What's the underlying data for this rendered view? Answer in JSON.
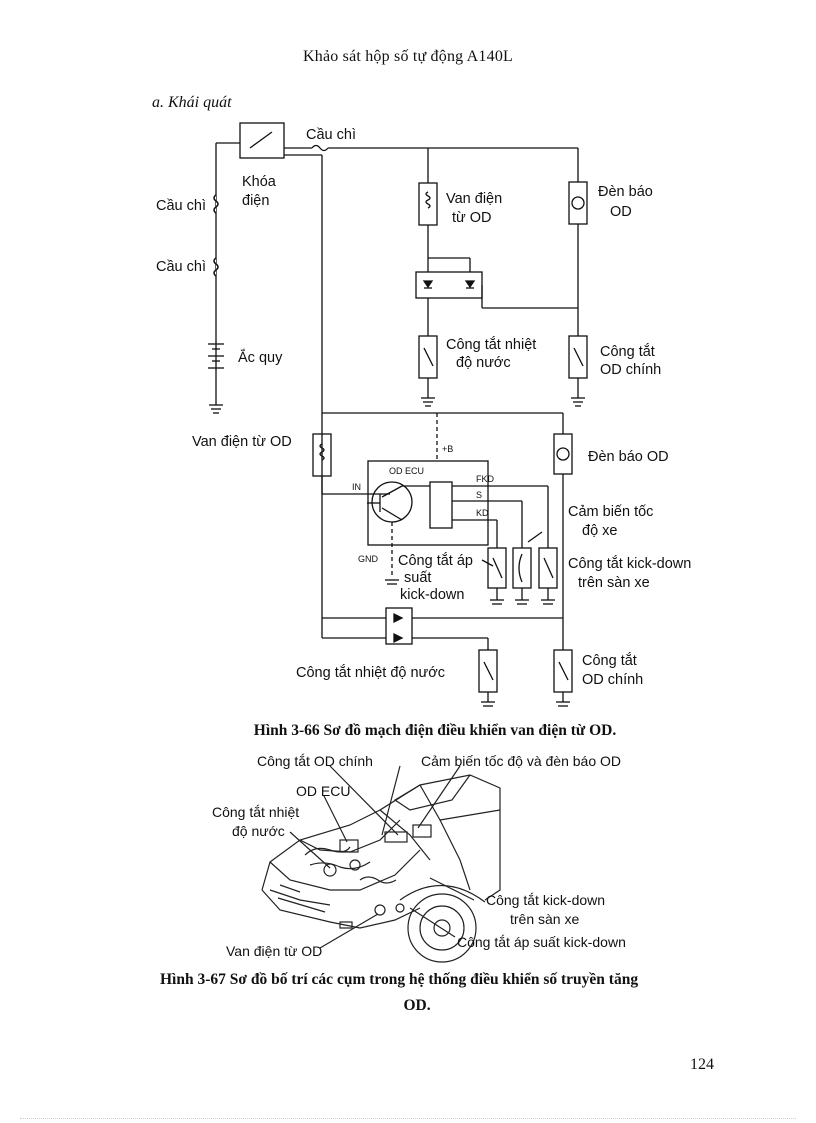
{
  "header": "Khảo sát hộp số tự động A140L",
  "section": "a.  Khái quát",
  "diagram1": {
    "cau_chi_top": "Cầu chì",
    "khoa_dien_1": "Khóa",
    "khoa_dien_2": "điện",
    "cau_chi_left1": "Cầu chì",
    "cau_chi_left2": "Cầu chì",
    "ac_quy": "Ắc quy",
    "van_dien_od_1": "Van điện",
    "van_dien_od_2": "từ OD",
    "den_bao_1": "Đèn báo",
    "den_bao_2": "OD",
    "cong_tac_nhiet_1": "Công tắt nhiệt",
    "cong_tac_nhiet_2": "độ nước",
    "cong_tac_od_1": "Công tắt",
    "cong_tac_od_2": "OD chính",
    "van_dien_tu_od": "Van điện từ OD",
    "den_bao_od": "Đèn báo OD",
    "plus_b": "+B",
    "od_ecu": "OD ECU",
    "fkd": "FKD",
    "s": "S",
    "kd": "KD",
    "in": "IN",
    "gnd": "GND",
    "cam_bien_1": "Cảm biến tốc",
    "cam_bien_2": "độ xe",
    "ct_ap_suat_1": "Công tắt áp",
    "ct_ap_suat_2": "suất",
    "ct_ap_suat_3": "kick-down",
    "ct_kickdown_1": "Công tắt kick-down",
    "ct_kickdown_2": "trên sàn xe",
    "ct_nhiet_do_nuoc": "Công tắt nhiệt độ nước",
    "ct_od_chinh_1": "Công tắt",
    "ct_od_chinh_2": "OD chính"
  },
  "caption1": "Hình 3-66  Sơ đồ mạch điện điều khiển van  điện từ OD.",
  "diagram2": {
    "ct_od_chinh": "Công tắt OD chính",
    "cam_bien_den": "Cảm biến tốc độ và đèn báo OD",
    "od_ecu": "OD ECU",
    "ct_nhiet_1": "Công tắt nhiệt",
    "ct_nhiet_2": "độ nước",
    "ct_kick_1": "Công tắt kick-down",
    "ct_kick_2": "trên sàn xe",
    "van_dien": "Van điện từ OD",
    "ct_ap_suat": "Công tắt áp suất kick-down"
  },
  "caption2_line1": "Hình 3-67 Sơ đồ bố trí các cụm trong hệ thống điều khiển số truyền tăng",
  "caption2_line2": "OD.",
  "page_number": "124"
}
